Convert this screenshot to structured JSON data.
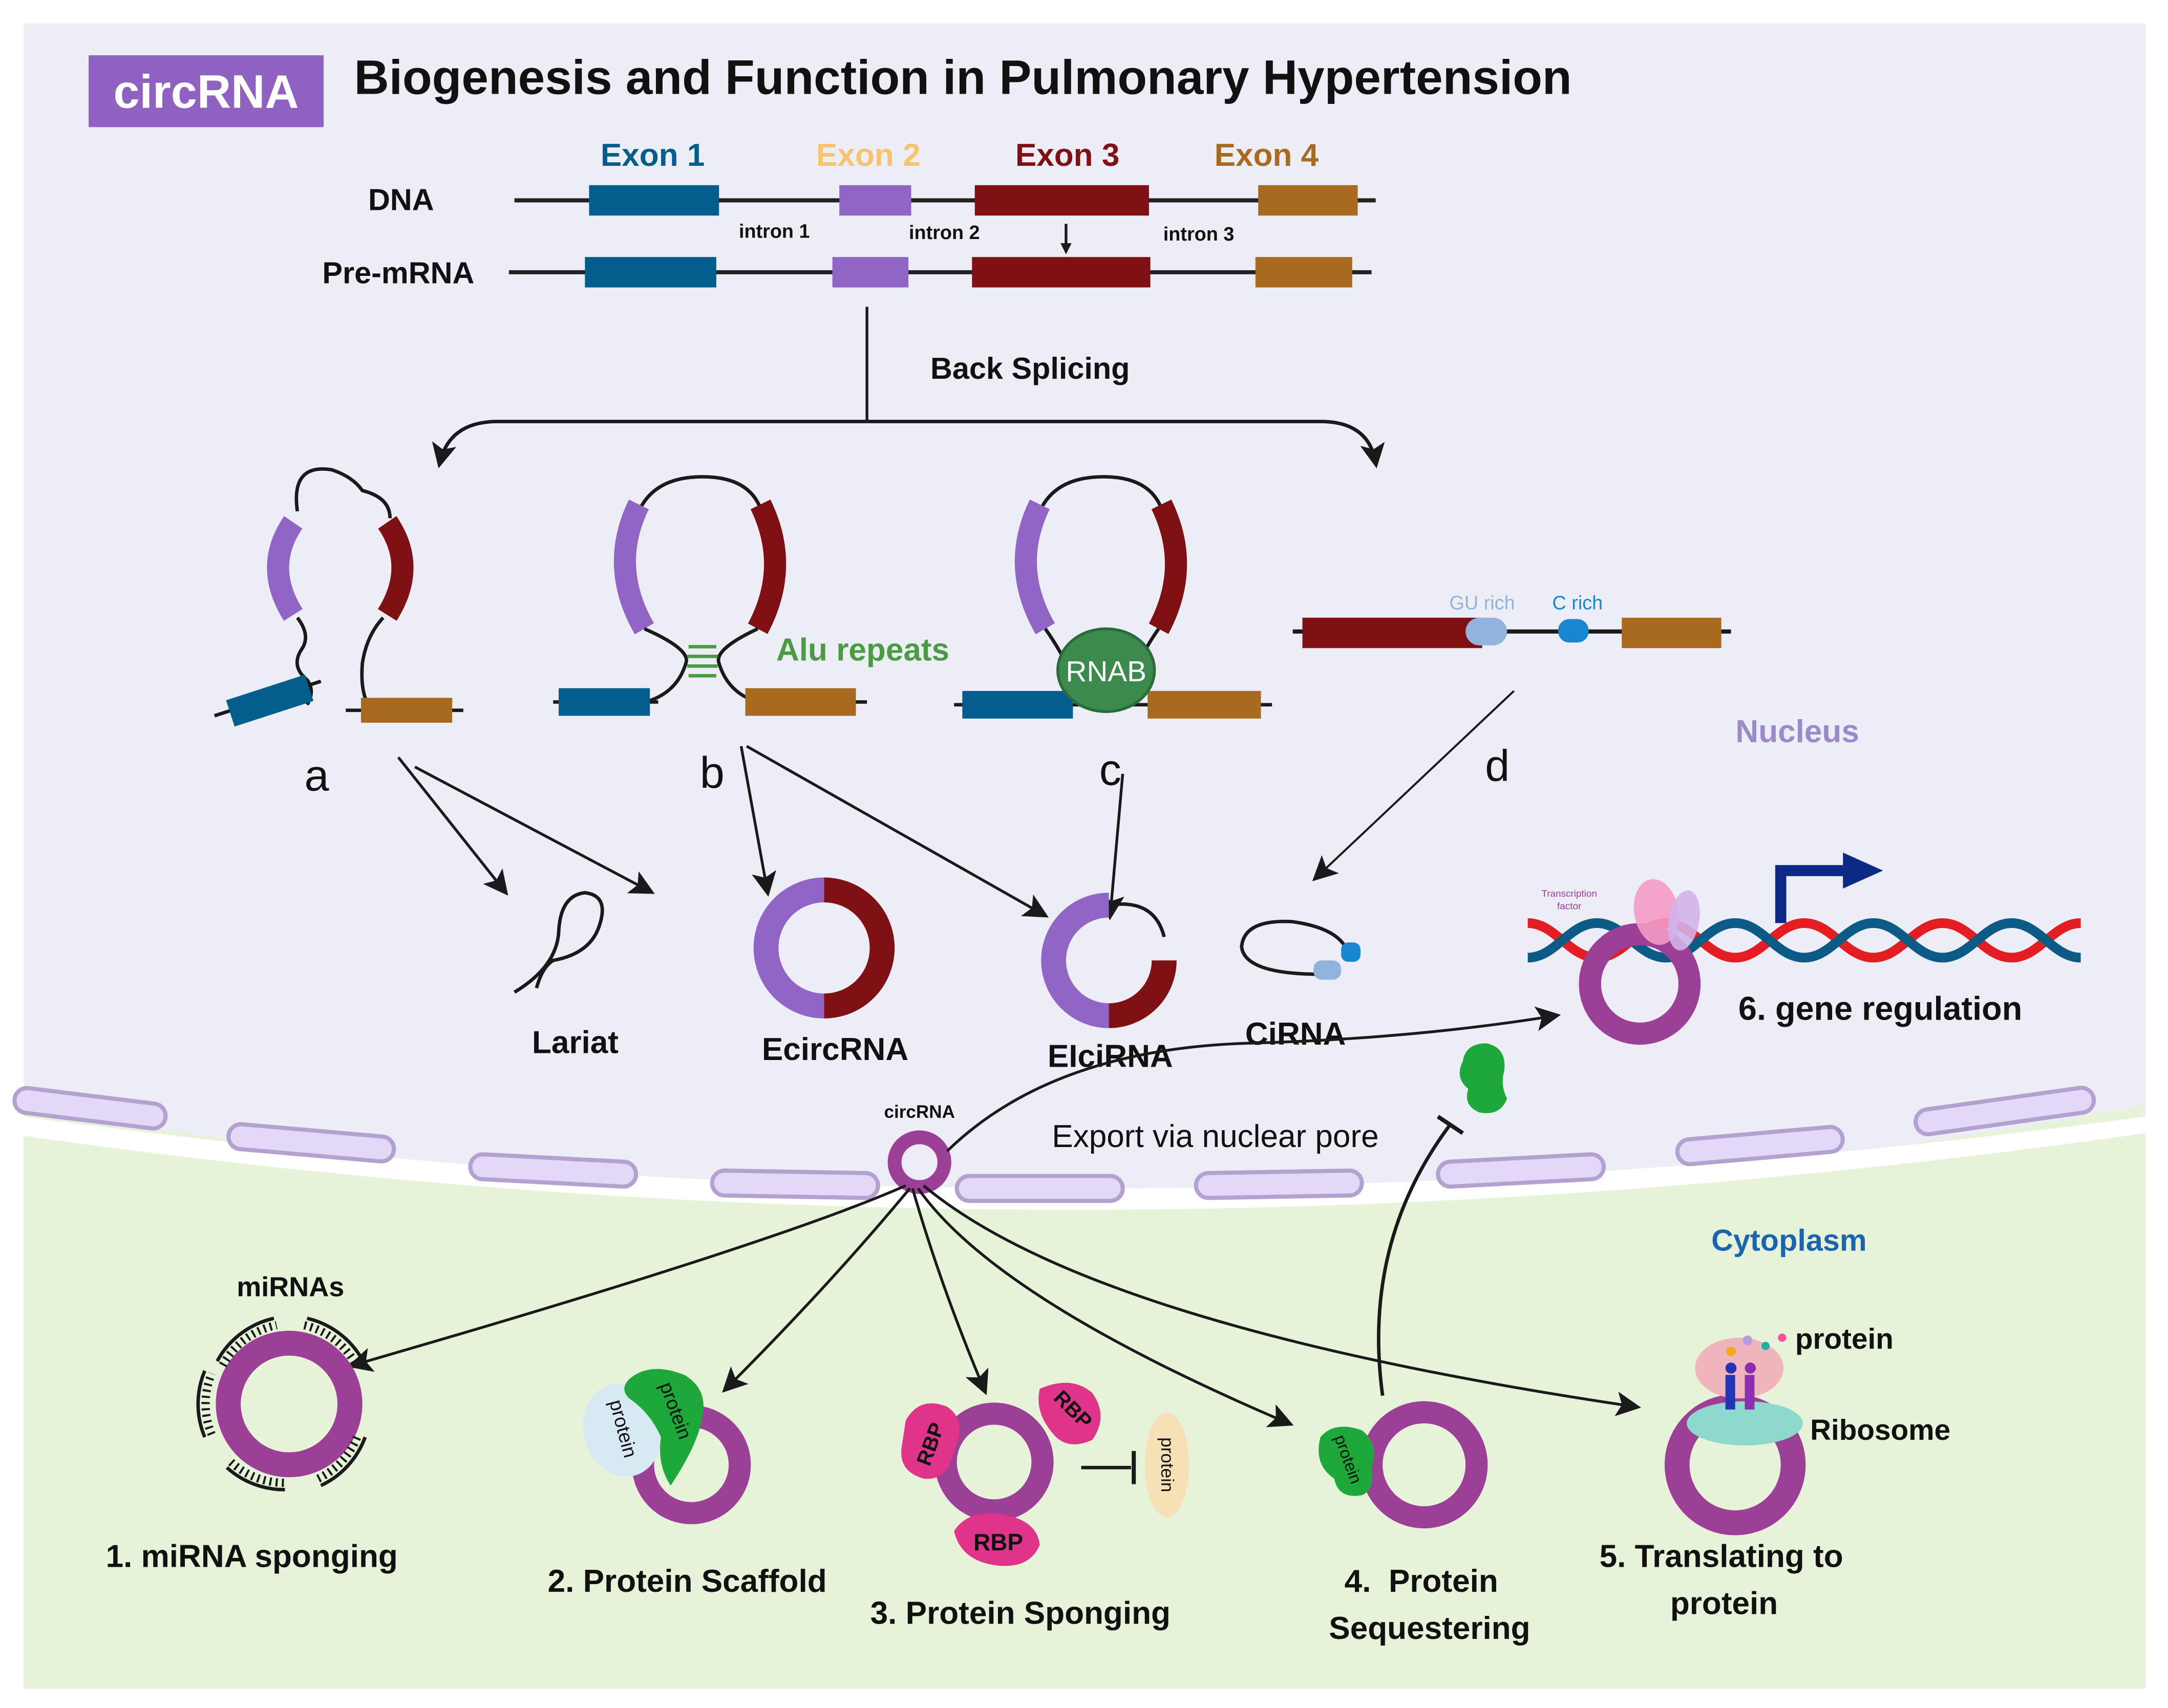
{
  "header": {
    "badge": "circRNA",
    "title": "Biogenesis and Function in Pulmonary Hypertension"
  },
  "colors": {
    "nucleus_bg": "#ededf6",
    "cytoplasm_bg": "#e6f3d8",
    "badge": "#8f62c2",
    "exon1": "#035d8d",
    "exon2": "#9065c6",
    "exon3": "#7f1013",
    "exon4": "#a86a1f",
    "circ": "#9b3f97",
    "green_protein": "#1fa83a",
    "rbp": "#e0338a",
    "membrane": "#e3d8f5",
    "membrane_stroke": "#b3a2d0"
  },
  "gene": {
    "rows": [
      "DNA",
      "Pre-mRNA"
    ],
    "exons": [
      "Exon 1",
      "Exon 2",
      "Exon 3",
      "Exon 4"
    ],
    "introns": [
      "intron 1",
      "intron 2",
      "intron 3"
    ],
    "back_splicing": "Back Splicing"
  },
  "biogenesis": {
    "labels": [
      "a",
      "b",
      "c",
      "d"
    ],
    "alu": "Alu repeats",
    "rnab": "RNAB",
    "gu_rich": "GU rich",
    "c_rich": "C rich",
    "products": [
      "Lariat",
      "EcircRNA",
      "EIciRNA",
      "CiRNA"
    ]
  },
  "compartments": {
    "nucleus": "Nucleus",
    "cytoplasm": "Cytoplasm"
  },
  "export": {
    "circ_label": "circRNA",
    "text": "Export via nuclear pore"
  },
  "gene_regulation": {
    "tf_line1": "Transcription",
    "tf_line2": "factor",
    "label": "6. gene regulation"
  },
  "functions": {
    "mirnas": "miRNAs",
    "protein": "protein",
    "rbp": "RBP",
    "ribosome": "Ribosome",
    "f1": "1. miRNA sponging",
    "f2": "2. Protein Scaffold",
    "f3": "3. Protein Sponging",
    "f4_line1": "4.  Protein",
    "f4_line2": "Sequestering",
    "f5_line1": "5. Translating to",
    "f5_line2": "protein"
  }
}
